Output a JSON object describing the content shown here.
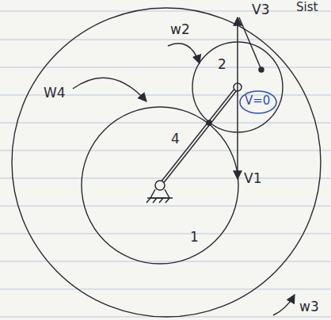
{
  "diagram": {
    "nodes": [
      {
        "text": [
          "1"
        ]
      },
      {
        "text": [
          "2"
        ]
      }
    ],
    "labels": [
      "Sist",
      "w2",
      "V3",
      "W4",
      "4",
      "V=0",
      "V1",
      "w3"
    ]
  }
}
